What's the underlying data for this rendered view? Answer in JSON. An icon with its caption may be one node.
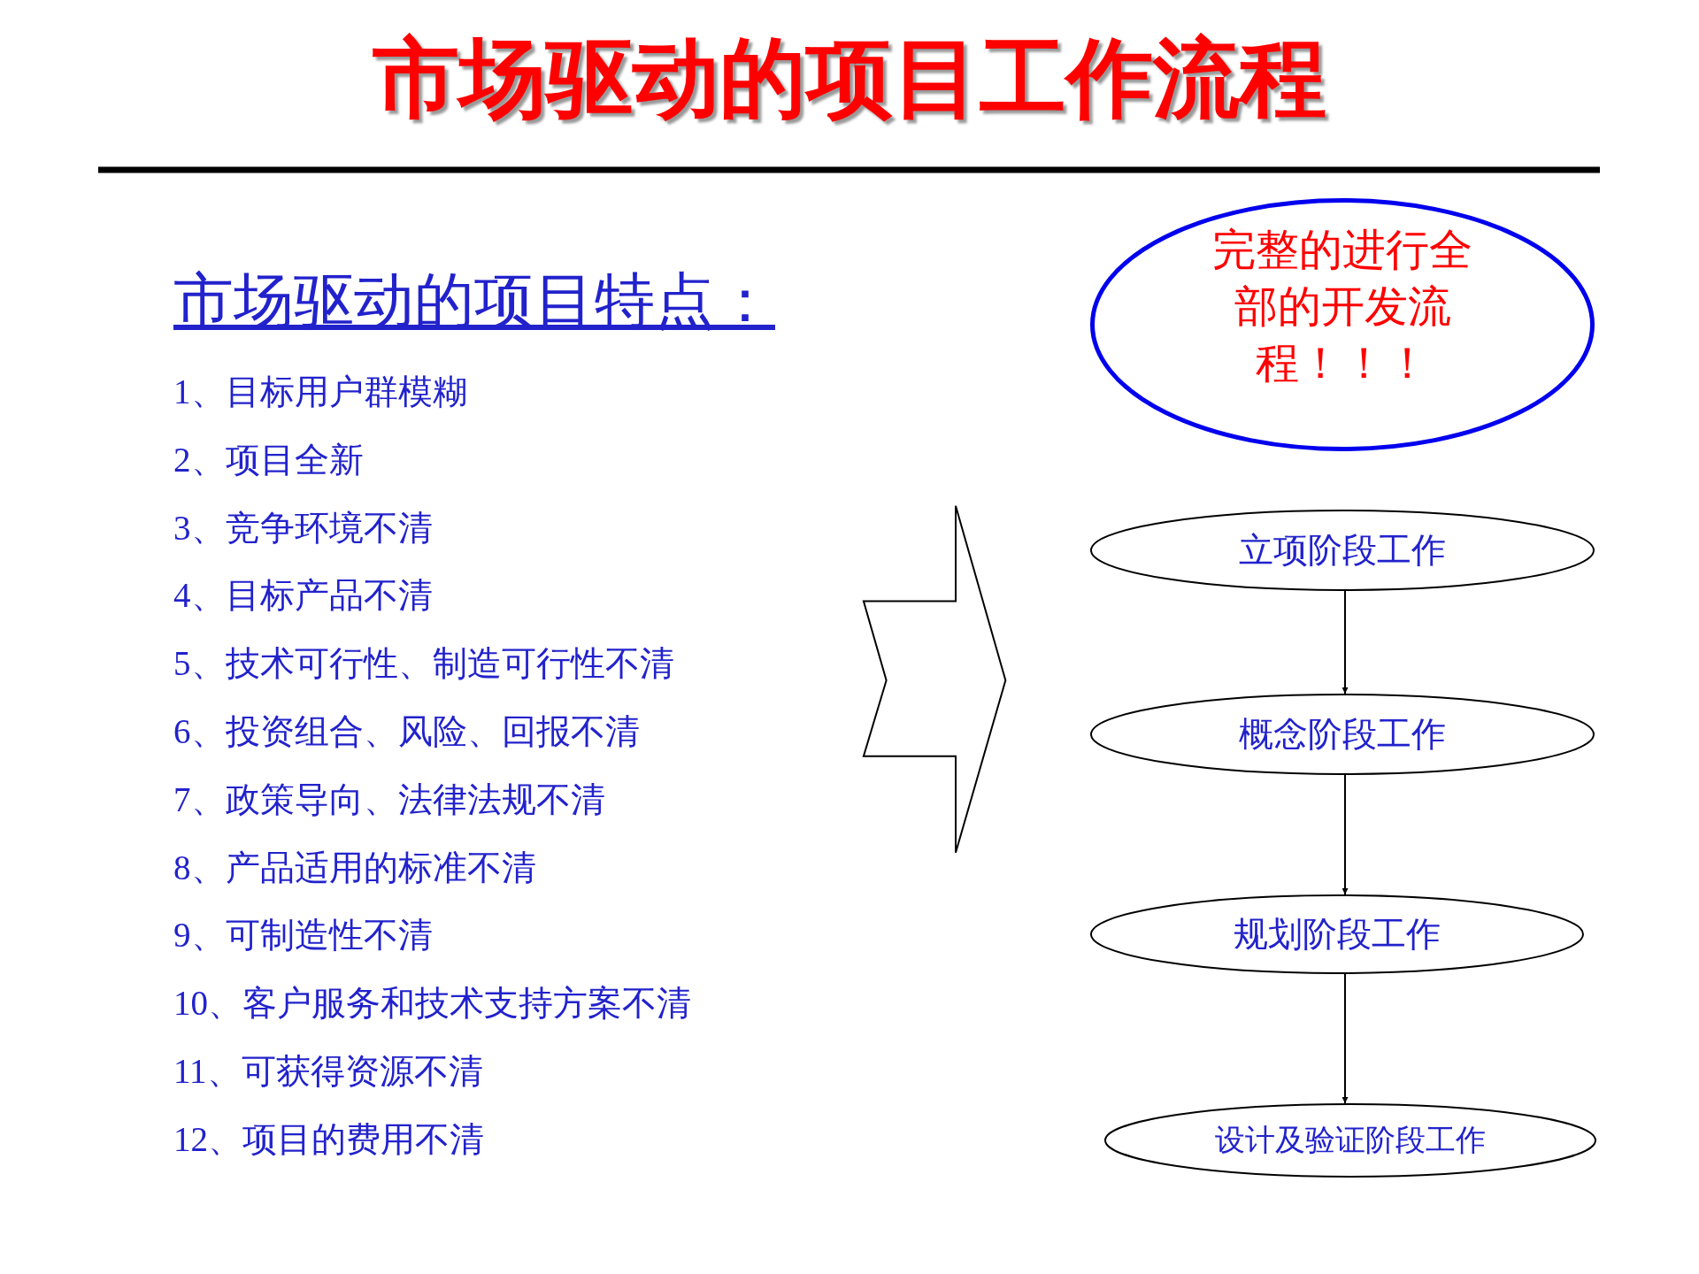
{
  "diagram": {
    "title": "市场驱动的项目工作流程",
    "nodes": [
      {
        "text": [
          "完整的进行全部的开发流程！！！"
        ]
      },
      {
        "text": [
          "立项阶段工作"
        ]
      },
      {
        "text": [
          "概念阶段工作"
        ]
      },
      {
        "text": [
          "规划阶段工作"
        ]
      },
      {
        "text": [
          "设计及验证阶段工作"
        ]
      }
    ],
    "edges": [
      {
        "from": 1,
        "to": 2,
        "arrow": "to"
      },
      {
        "from": 2,
        "to": 3,
        "arrow": "to"
      },
      {
        "from": 3,
        "to": 4,
        "arrow": "to"
      }
    ],
    "labels": [
      "市场驱动的项目特点：",
      "1、目标用户群模糊",
      "2、项目全新",
      "3、竞争环境不清",
      "4、目标产品不清",
      "5、技术可行性、制造可行性不清",
      "6、投资组合、风险、回报不清",
      "7、政策导向、法律法规不清",
      "8、产品适用的标准不清",
      "9、可制造性不清",
      "10、客户服务和技术支持方案不清",
      "11、可获得资源不清",
      "12、项目的费用不清"
    ]
  }
}
